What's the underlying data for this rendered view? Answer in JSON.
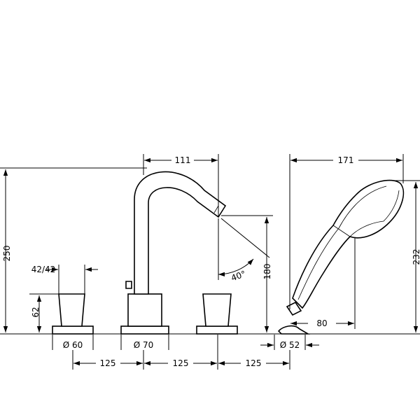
{
  "dimensions": {
    "total_height": "250",
    "spout_reach": "111",
    "handshower_length": "171",
    "spout_angle": "40°",
    "spout_height": "180",
    "handshower_height": "232",
    "handle_size": "42/42",
    "handle_height": "62",
    "hose_offset": "80",
    "base_left": "Ø 60",
    "base_spout": "Ø 70",
    "base_shower": "Ø 52",
    "spacing_1": "125",
    "spacing_2": "125",
    "spacing_3": "125"
  }
}
